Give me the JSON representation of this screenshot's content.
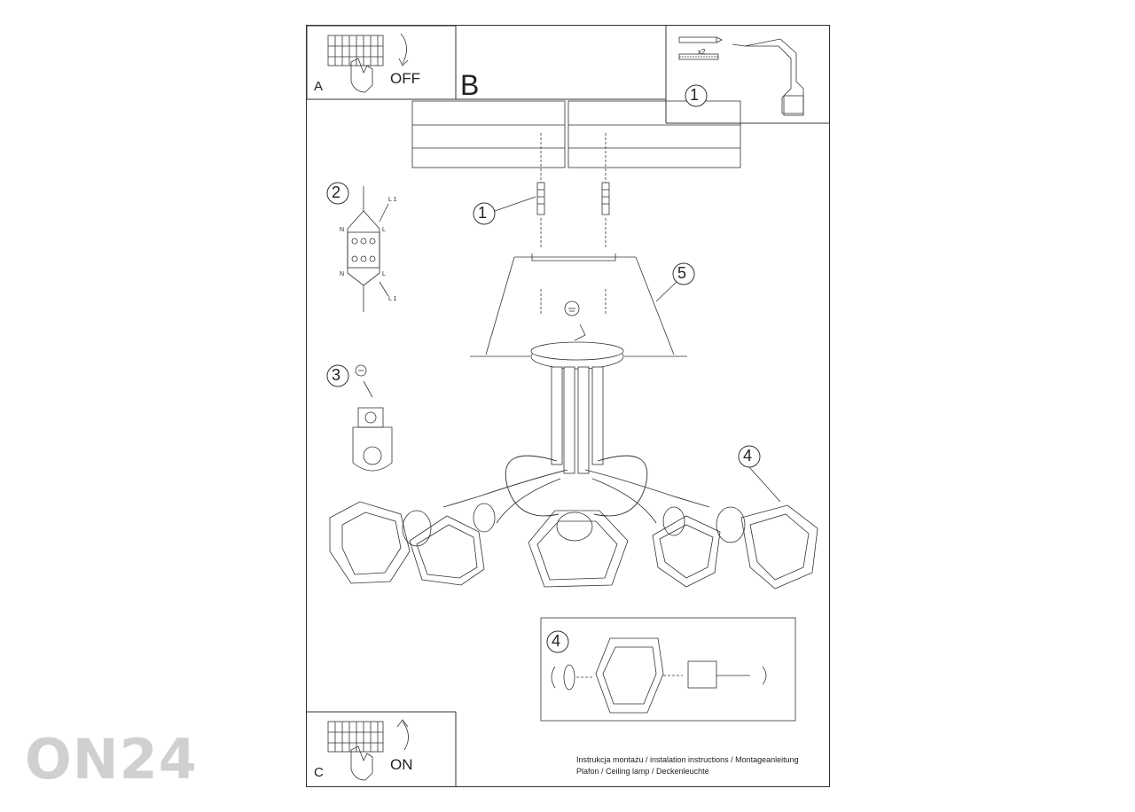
{
  "panels": {
    "a": {
      "letter": "A",
      "action": "OFF"
    },
    "b": {
      "letter": "B"
    },
    "c": {
      "letter": "C",
      "action": "ON"
    }
  },
  "tools": {
    "quantity": "x2"
  },
  "steps": {
    "one": "1",
    "two": "2",
    "three": "3",
    "four": "4",
    "five": "5"
  },
  "wiring": {
    "l1_top": "L 1",
    "l1_bottom": "L 1",
    "n_top": "N",
    "n_bottom": "N",
    "l_top": "L",
    "l_bottom": "L"
  },
  "footer": {
    "line1": "Instrukcja montażu / instalation instructions / Montageanleitung",
    "line2": "Plafon / Ceiling lamp / Deckenleuchte"
  },
  "watermark": "ON24"
}
